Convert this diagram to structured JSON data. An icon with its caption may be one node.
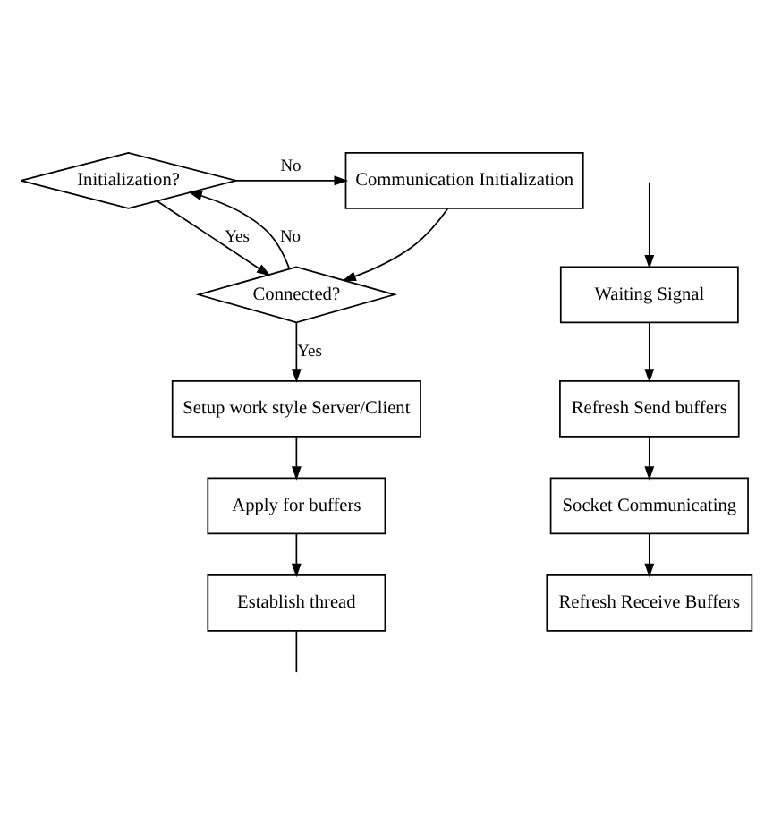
{
  "diagram": {
    "nodes": [
      {
        "text": [
          "Initialization?"
        ]
      },
      {
        "text": [
          "Communication Initialization"
        ]
      },
      {
        "text": [
          "Connected?"
        ]
      },
      {
        "text": [
          "Setup work style Server/Client"
        ]
      },
      {
        "text": [
          "Apply for buffers"
        ]
      },
      {
        "text": [
          "Establish thread"
        ]
      },
      {
        "text": [
          "Waiting Signal"
        ]
      },
      {
        "text": [
          "Refresh Send buffers"
        ]
      },
      {
        "text": [
          "Socket Communicating"
        ]
      },
      {
        "text": [
          "Refresh Receive Buffers"
        ]
      }
    ],
    "edges": [
      {
        "from": 0,
        "to": 1,
        "arrow": "to",
        "label": "No"
      },
      {
        "from": 0,
        "to": 2,
        "arrow": "to",
        "label": "Yes"
      },
      {
        "from": 1,
        "to": 2,
        "arrow": "to"
      },
      {
        "from": 2,
        "to": 0,
        "arrow": "to",
        "label": "No"
      },
      {
        "from": 2,
        "to": 3,
        "arrow": "to",
        "label": "Yes"
      },
      {
        "from": 3,
        "to": 4,
        "arrow": "to"
      },
      {
        "from": 4,
        "to": 5,
        "arrow": "to"
      },
      {
        "from": 5,
        "to": null,
        "arrow": "none"
      },
      {
        "from": null,
        "to": 6,
        "arrow": "to"
      },
      {
        "from": 6,
        "to": 7,
        "arrow": "to"
      },
      {
        "from": 7,
        "to": 8,
        "arrow": "to"
      },
      {
        "from": 8,
        "to": 9,
        "arrow": "to"
      }
    ]
  }
}
